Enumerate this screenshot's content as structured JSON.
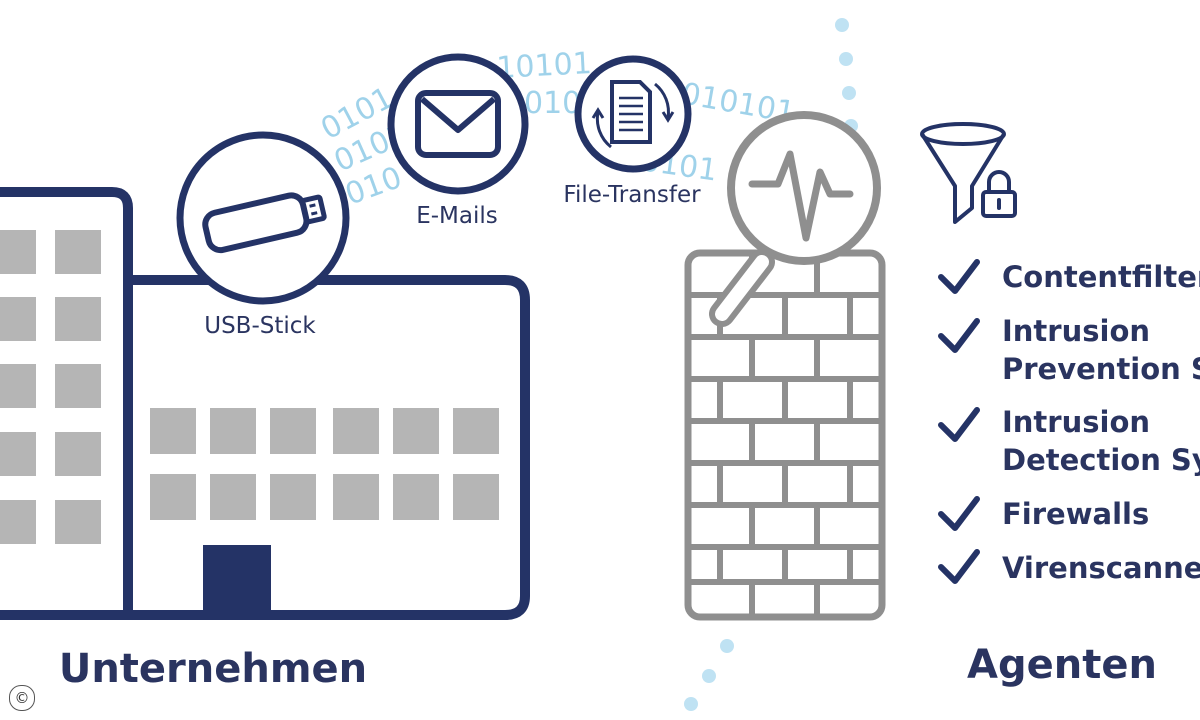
{
  "labels": {
    "company": "Unternehmen",
    "agents": "Agenten",
    "usb": "USB-Stick",
    "email": "E-Mails",
    "file_transfer": "File-Transfer"
  },
  "binary_rows": [
    "0101",
    "01010",
    "010",
    "10101",
    "01010101",
    "010101",
    "0101"
  ],
  "security_list": [
    {
      "line1": "Contentfilter",
      "line2": ""
    },
    {
      "line1": "Intrusion",
      "line2": "Prevention Sy"
    },
    {
      "line1": "Intrusion",
      "line2": "Detection Sys"
    },
    {
      "line1": "Firewalls",
      "line2": ""
    },
    {
      "line1": "Virenscanner",
      "line2": ""
    }
  ],
  "copyright_symbol": "©",
  "colors": {
    "navy": "#243366",
    "gray": "#8f8f8f",
    "window_gray": "#b5b5b5",
    "light_blue": "#9fd2ea"
  },
  "icons": [
    "usb-stick-icon",
    "envelope-icon",
    "file-transfer-icon",
    "magnifier-icon",
    "firewall-brick-wall-icon",
    "funnel-lock-icon",
    "checkmark-icon"
  ]
}
